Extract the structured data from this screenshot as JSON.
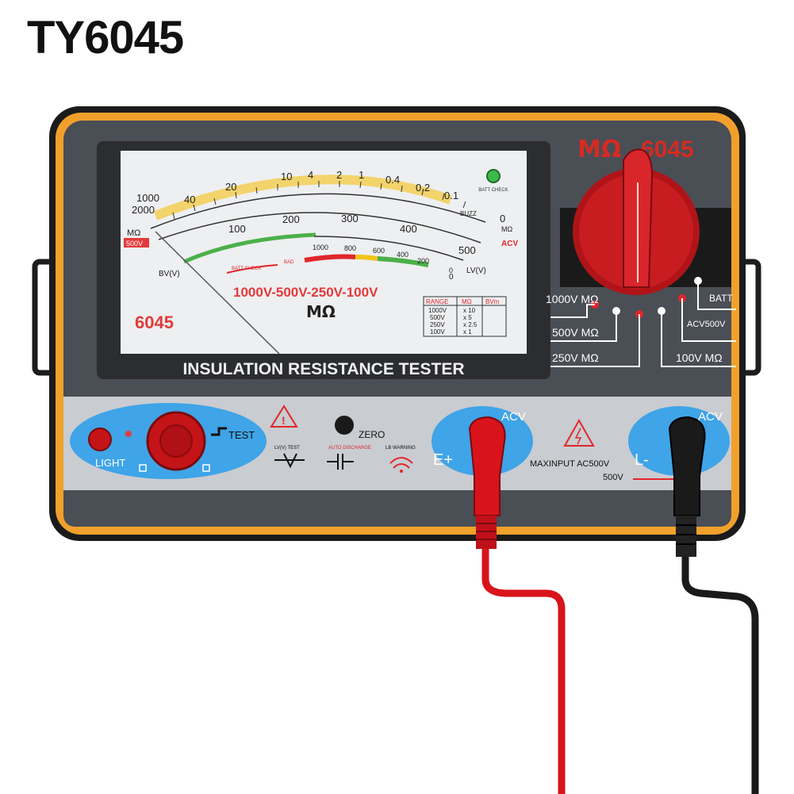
{
  "product_title": "TY6045",
  "colors": {
    "frame_orange": "#f2a02c",
    "body_dark": "#4a4e55",
    "panel_grey": "#c9ccd0",
    "knob_red": "#c0141a",
    "accent_blue": "#3fa4e8",
    "lead_red": "#d8141a",
    "lead_black": "#1a1a1a"
  },
  "device": {
    "brand_unit": "MΩ",
    "model": "6045",
    "label": "INSULATION RESISTANCE TESTER"
  },
  "meter": {
    "outer_scale_labels": [
      "1000",
      "2000",
      "40",
      "20",
      "10",
      "4",
      "2",
      "1",
      "0.4",
      "0.2",
      "0.1"
    ],
    "inner_scale_labels": [
      "100",
      "200",
      "300",
      "400",
      "500"
    ],
    "bottom_scale_labels": [
      "1000",
      "800",
      "600",
      "400",
      "200",
      "0"
    ],
    "left_labels": [
      "MΩ",
      "500V",
      "BV(V)"
    ],
    "right_labels": [
      "BUZZ",
      "0",
      "MΩ",
      "ACV",
      "0",
      "LV(V)"
    ],
    "batt_check": "BATT CHECK",
    "batt_check_small": "BATT CHECK",
    "bad": "BAD",
    "ranges_line": "1000V-500V-250V-100V",
    "unit": "MΩ",
    "model": "6045",
    "range_table": {
      "headers": [
        "RANGE",
        "MΩ",
        "BVm"
      ],
      "rows": [
        [
          "1000V",
          "x 10"
        ],
        [
          "500V",
          "x 5"
        ],
        [
          "250V",
          "x 2.5"
        ],
        [
          "100V",
          "x 1"
        ]
      ]
    }
  },
  "selector": {
    "positions": [
      {
        "label": "1000V MΩ",
        "dot": "red"
      },
      {
        "label": "500V MΩ",
        "dot": "white"
      },
      {
        "label": "250V MΩ",
        "dot": "red"
      },
      {
        "label": "100V MΩ",
        "dot": "white"
      },
      {
        "label": "ACV500V",
        "dot": "red"
      },
      {
        "label": "BATT",
        "dot": "white"
      }
    ]
  },
  "controls": {
    "light": "LIGHT",
    "test": "TEST",
    "zero": "ZERO",
    "lv_test": "LV(V) TEST",
    "auto_discharge": "AUTO DISCHARGE",
    "lb_warning": "LB WARNING",
    "terminal_e": "E+",
    "terminal_l": "L-",
    "acv_left": "ACV",
    "acv_right": "ACV",
    "max_input": "MAXINPUT AC500V",
    "max_input_value": "500V"
  }
}
